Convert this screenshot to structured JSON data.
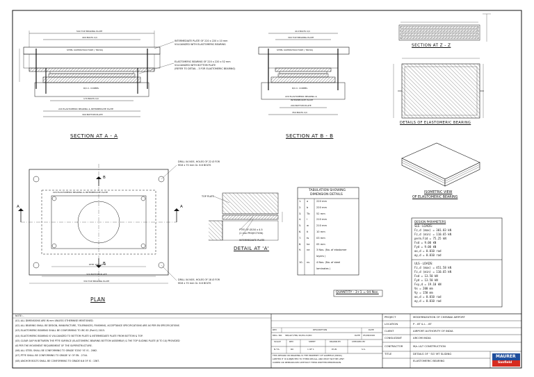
{
  "drawing": {
    "sections": {
      "aa_title": "SECTION AT A - A",
      "bb_title": "SECTION AT B - B",
      "zz_title": "SECTION AT Z - Z",
      "elastomeric_title": "DETAILS OF ELASTOMERIC BEARING",
      "plan_title": "PLAN",
      "detail_a_title": "DETAIL AT 'A'",
      "isometric_title_1": "ISOMETRIC VIEW",
      "isometric_title_2": "OF ELASTOMERIC BEARING"
    },
    "aa_labels": {
      "top_bearing_plate": "500 TOP BEARING PLATE",
      "bolts_cc": "400 BOLTS C/C",
      "steel_superstructure": "STEEL SUPERSTRUCTURE ( TRUSS)",
      "rcc_corbel": "R/C.C. CORBEL",
      "bolts_cc_bottom": "170 BOLTS C/C",
      "elastomeric_intermediate": "220 ELASTOMERIC BEARING & INTERMEDIATE PLATE",
      "bottom_plate": "300 BOTTOM PLATE",
      "intermediate_plate_note_1": "INTERMEDIATE PLATE OF 220 x 220 x 10 mm",
      "intermediate_plate_note_2": "VULCANIZED WITH ELASTOMERIC BEARING",
      "elastomeric_note_1": "ELASTOMERIC BEARING OF 220 x 220 x 52 mm",
      "elastomeric_note_2": "VULCANIZED WITH BOTTOM PLATE",
      "elastomeric_note_3": "(REFER TO DETAIL - 3 FOR ELASTOMERIC BEARING)"
    },
    "bb_labels": {
      "bolts_cc": "410 BOLTS C/C",
      "top_bearing_plate": "300 TOP BEARING PLATE",
      "steel_superstructure": "STEEL SUPERSTRUCTURE ( TRUSS)",
      "rcc_corbel": "R/C.C. CORBEL",
      "elastomeric_intermediate_1": "220 ELASTOMERIC BEARING &",
      "elastomeric_intermediate_2": "INTERMEDIATE PLATE",
      "bottom_plate": "200 BOTTOM PLATE",
      "bolts_cc_bottom": "350 BOLTS C/C"
    },
    "plan_labels": {
      "drill_note_top_1": "DRILL 04 NOS. HOLES OF 22 Ø FOR",
      "drill_note_top_2": "M16 x 70 mm Gr. 6.6 BOLTS",
      "drill_note_bottom_1": "DRILL 04 NOS. HOLES OF 18 Ø FOR",
      "drill_note_bottom_2": "M16 x 70 mm Gr. 6.6 BOLTS",
      "elastomeric_plate": "220 ELASTOMERIC BEARING & INTERMEDIATE PLATE",
      "ptfe": "PTFE 150 mm Ø",
      "bottom_plate": "320 BOTTOM PLATE",
      "top_bearing_plate": "330 TOP BEARING PLATE",
      "arrow_a": "A",
      "arrow_b": "B"
    },
    "detail_a_labels": {
      "top_plate": "TOP PLATE",
      "ptfe_1": "PTFE OF Ø150 x 4.5",
      "ptfe_2": "(2 mm PROJECTION)",
      "intermediate_plate": "INTERMEDIATE PLATE"
    },
    "tabulation": {
      "title_1": "TABULATION SHOWING",
      "title_2": "DIMENSION DETAILS",
      "rows": [
        {
          "no": "1.",
          "sym": "a",
          "val": "220  mm"
        },
        {
          "no": "2.",
          "sym": "b",
          "val": "220  mm"
        },
        {
          "no": "3.",
          "sym": "Tb",
          "val": "52  mm"
        },
        {
          "no": "4.",
          "sym": "l",
          "val": "210  mm"
        },
        {
          "no": "5.",
          "sym": "w",
          "val": "210  mm"
        },
        {
          "no": "6.",
          "sym": "ti",
          "val": "10  mm"
        },
        {
          "no": "7.",
          "sym": "ts",
          "val": "03  mm"
        },
        {
          "no": "8.",
          "sym": "he",
          "val": "05  mm"
        },
        {
          "no": "9.",
          "sym": "ne",
          "val": "3 Nos. (No. of elastomer"
        },
        {
          "no": "",
          "sym": "",
          "val": "layers )"
        },
        {
          "no": "10.",
          "sym": "ns",
          "val": "4 Nos. (No. of steel"
        },
        {
          "no": "",
          "sym": "",
          "val": "laminates )"
        }
      ]
    },
    "quantity": "QUANTITY - 3+1 = 04 Nos.",
    "design_parameters": {
      "title": "DESIGN PARAMETERS",
      "sls_title": "SLS - LOADS:",
      "sls": [
        "Fz,d (max)   =  301.83 kN",
        "Fz,d (min)   =  110.65  kN",
        "perm.Fzd     =   75.25 kN",
        "Fxd          =    9.00   kN",
        "Fyd          =    9.00   kN",
        "αx,d         =   0.010 rad",
        "αy,d         =   0.010 rad"
      ],
      "uls_title": "ULS - LOADS:",
      "uls": [
        "Fz,d (max)   =  451.58 kN",
        "Fz,d (min)   =  110.65  kN",
        "Fxd          =   13.50   kN",
        "Fyd          =   13.50   kN",
        "Fxy,d        =   19.10   kN",
        "Vx           =   200 mm",
        "Vy           =   150 mm",
        "αx,d         =   0.010 rad",
        "αy,d         =   0.010 rad"
      ]
    }
  },
  "notes": {
    "header": "NOTE :-",
    "lines": [
      "(01) ALL DIMENSIONS ARE IN mm UNLESS OTHERWISE MENTIONED.",
      "(02) ALL BEARING SHALL BE DESIGN, MANUFACTURE, TOLERANCES, FINISHING, ACCEPTANCE SPECIFICATIONS ARE AS PER EN SPECIFICATIONS",
      "(03) ELASTOMERIC BEARING SHALL BE CONFORMING TO IRC 83 (Part II) 2015.",
      "(04) ELASTOMERIC BEARING IS VULCANIZED TO BOTTOM PLATE & INTERMEDIATE PLATE FROM BOTTOM & TOP.",
      "(05) CLEAR GAP IN BETWEEN THE PTFE SURFACE (ELASTOMERIC BEARING BOTTOM ASSEMBLY) & THE TOP SLIDING PLATE (8 TO 10) PROVIDED",
      "       AS PER THE MOVEMENT REQUIREMENT OF THE SUPERSTRUCTURE.",
      "(06) ALL STEEL SHALL BE CONFORMING TO GRADE 'E250' 'IS' IS - 2062.",
      "(07) PTFE SHALL BE CONFORMING TO GRADE 'A' OF EN - 2744.",
      "(08) ANCHOR BOLTS SHALL BE CONFORMING TO GRADE 6.6 OF IS : 1367."
    ]
  },
  "revision_block": {
    "rev_header": "REV",
    "desc_header": "DESCRIPTION",
    "date_header": "DATE",
    "drg_no_label": "DRG. NO.",
    "drg_no_value": "SB/L&T/786/ 20/09-21/RO",
    "date_label": "DATE",
    "date_value": "05/08/2020",
    "scale_label": "SCALE",
    "scale_value": "N.T.S.",
    "rev_label": "REV",
    "rev_value": "R0",
    "sheet_label": "SHEET",
    "sheet_value": "1 OF 1",
    "drawn_label": "DRAWN BY",
    "drawn_value": "P.V.B.",
    "checked_label": "CHECKED BY",
    "checked_value": "S.S.",
    "property_1": "THIS DESIGN OR DRAWING IS THE PROPERTY OF SANFIELD (INDIA)",
    "property_2": "LIMITED IT IS SUBJECTED TO THEIR RECALL AND MUST NOT BE LENT",
    "property_3": "COPIED OR REPRODUCED WITHOUT THEIR WRITTEN PERMISSION."
  },
  "title_block": {
    "rows": [
      {
        "label": "PROJECT",
        "value": "MODERNIZATION OF CHENNAI AIRPORT"
      },
      {
        "label": "LOCATION",
        "value": "P - 8T & L - 8T"
      },
      {
        "label": "CLIENT",
        "value": "AIRPORT AUTHORITY OF INDIA"
      },
      {
        "label": "CONSULTANT",
        "value": "ARCOM INDIA"
      },
      {
        "label": "CONTRACTOR",
        "value": "M/s L&T CONSTRUCTION"
      },
      {
        "label": "TITLE",
        "value": "DETAILS OF ' SG' MT SLIDING"
      },
      {
        "label": "",
        "value": "ELASTOMERIC  BEARING"
      }
    ],
    "logo_text": "MAURER",
    "logo_sub": "Sanfield"
  },
  "colors": {
    "logo_red": "#d62b1f",
    "logo_blue": "#1f4e9c",
    "line": "#111111",
    "hatch": "#333333"
  }
}
